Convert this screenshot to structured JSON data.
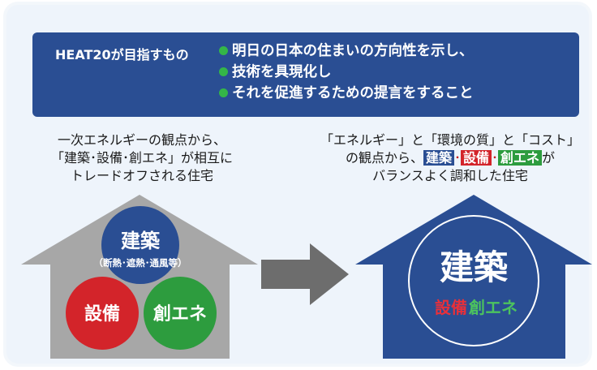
{
  "banner": {
    "lead": "HEAT20が目指すもの",
    "items": [
      "明日の日本の住まいの方向性を示し、",
      "技術を具現化し",
      "それを促進するための提言をすること"
    ]
  },
  "left": {
    "desc_lines": [
      "一次エネルギーの観点から、",
      "「建築･設備･創エネ」が相互に",
      "トレードオフされる住宅"
    ],
    "kenchiku": "建築",
    "kenchiku_sub": "（断熱･遮熱･通風等）",
    "setsubi": "設備",
    "souene": "創エネ"
  },
  "right": {
    "desc_line1": "「エネルギー」と「環境の質」と「コスト」",
    "desc_line2_pre": "の観点から、",
    "tag_kenchiku": "建築",
    "tag_setsubi": "設備",
    "tag_souene": "創エネ",
    "desc_line2_post": "が",
    "desc_line3": "バランスよく調和した住宅",
    "kenchiku": "建築",
    "setsubi": "設備",
    "souene": "創エネ"
  },
  "colors": {
    "navy": "#2a4e93",
    "red": "#d3242a",
    "green": "#2d9c3e",
    "gray": "#a7a7a7"
  }
}
